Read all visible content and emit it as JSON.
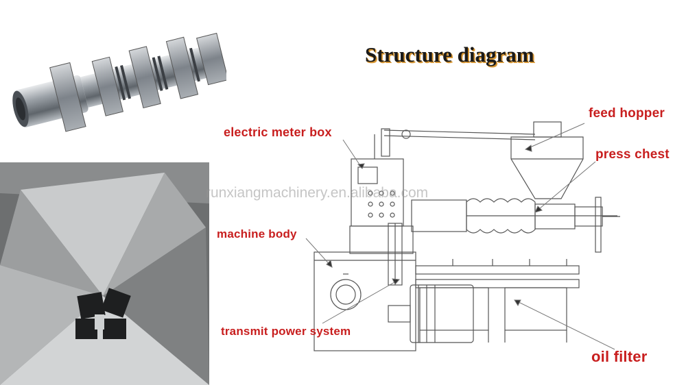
{
  "title": "Structure diagram",
  "watermark": "runxiangmachinery.en.alibaba.com",
  "labels": {
    "feed_hopper": "feed hopper",
    "electric_meter_box": "electric meter box",
    "press_chest": "press chest",
    "machine_body": "machine body",
    "transmit_power_system": "transmit power system",
    "oil_filter": "oil filter"
  },
  "colors": {
    "label": "#c81e1e",
    "line": "#555555",
    "steel": "#9aa0a6"
  }
}
